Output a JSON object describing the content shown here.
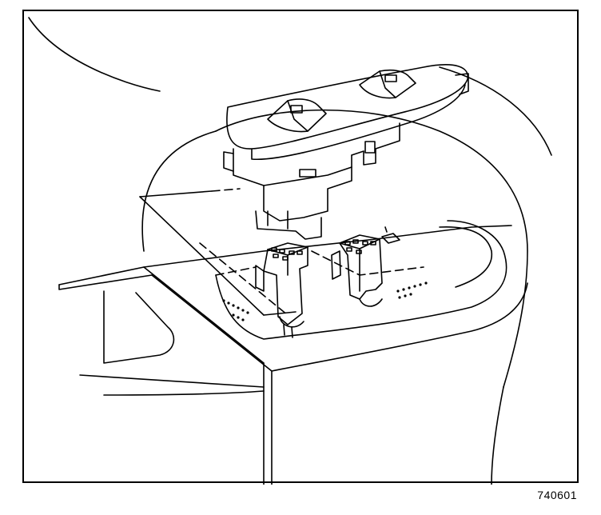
{
  "figure": {
    "id": "740601",
    "colors": {
      "ink": "#000000",
      "paper": "#ffffff"
    },
    "parts": [
      "window-switch-assembly",
      "electrical-connector-left",
      "electrical-connector-right",
      "door-armrest-panel"
    ]
  }
}
